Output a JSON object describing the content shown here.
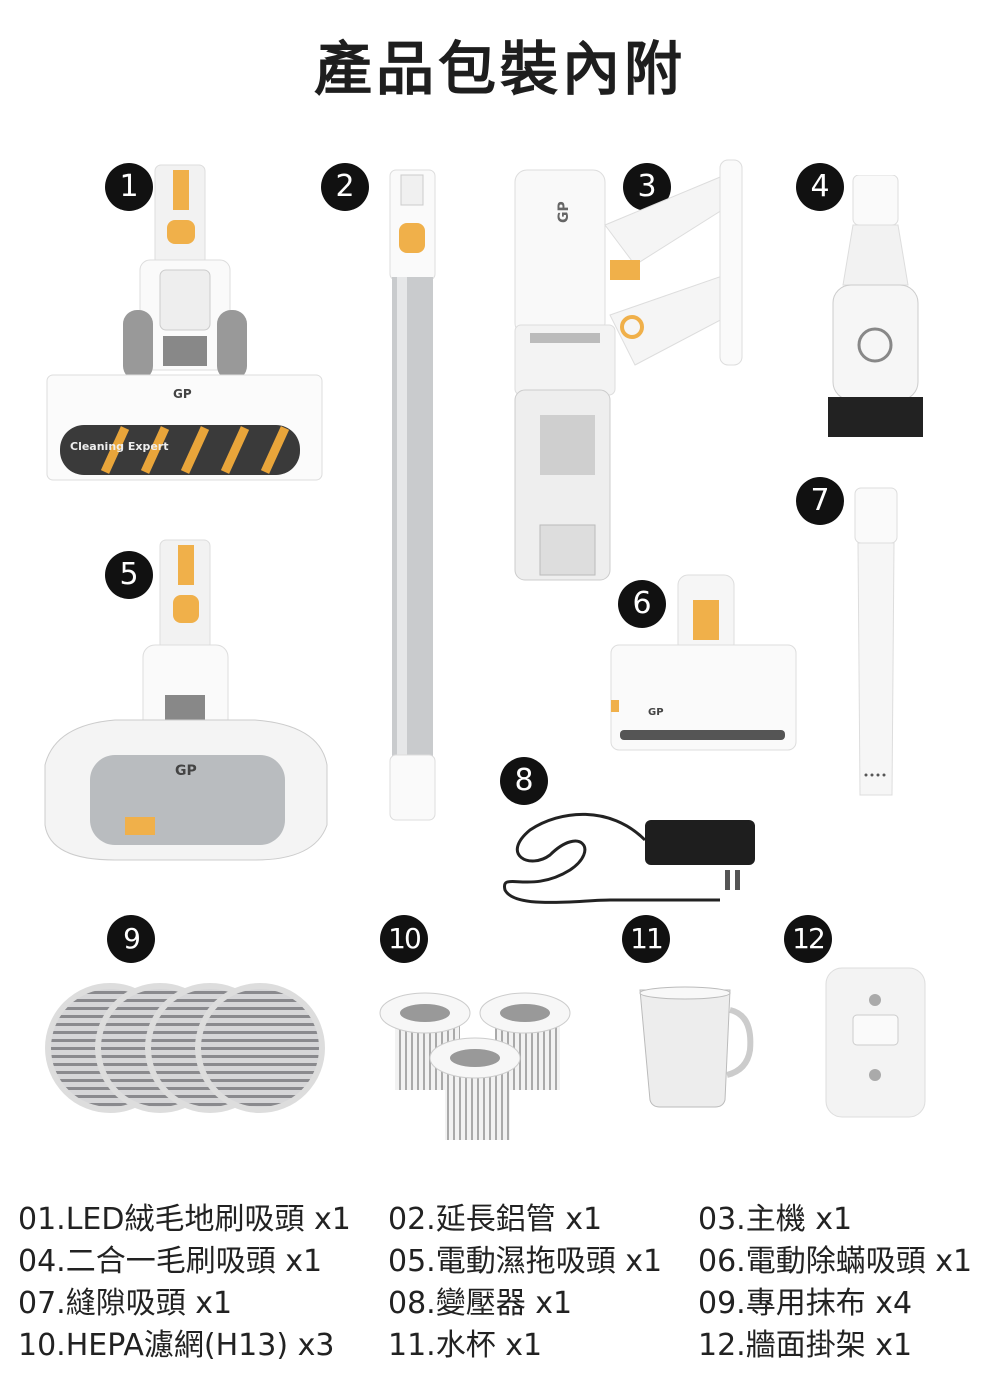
{
  "title": "產品包裝內附",
  "badges": [
    "1",
    "2",
    "3",
    "4",
    "5",
    "6",
    "7",
    "8",
    "9",
    "10",
    "11",
    "12"
  ],
  "colors": {
    "accent": "#F0B04A",
    "badge": "#111111",
    "body": "#FFFFFF",
    "tube": "#C9CBCD"
  },
  "product_labels": {
    "brand": "GP",
    "brush": "Cleaning Expert"
  },
  "contents": [
    "01.LED絨毛地刷吸頭 x1",
    "02.延長鋁管 x1",
    "03.主機 x1",
    "04.二合一毛刷吸頭 x1",
    "05.電動濕拖吸頭 x1",
    "06.電動除蟎吸頭 x1",
    "07.縫隙吸頭 x1",
    "08.變壓器 x1",
    "09.專用抹布 x4",
    "10.HEPA濾網(H13) x3",
    "11.水杯 x1",
    "12.牆面掛架 x1"
  ]
}
